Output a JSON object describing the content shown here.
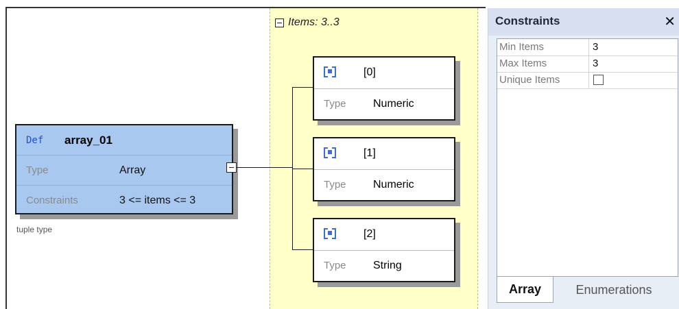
{
  "items_group": {
    "label": "Items: 3..3"
  },
  "definition": {
    "keyword": "Def",
    "name": "array_01",
    "rows": [
      {
        "label": "Type",
        "value": "Array"
      },
      {
        "label": "Constraints",
        "value": "3 <= items <= 3"
      }
    ],
    "note": "tuple type"
  },
  "items": [
    {
      "index": "[0]",
      "type_label": "Type",
      "type_value": "Numeric"
    },
    {
      "index": "[1]",
      "type_label": "Type",
      "type_value": "Numeric"
    },
    {
      "index": "[2]",
      "type_label": "Type",
      "type_value": "String"
    }
  ],
  "panel": {
    "title": "Constraints",
    "close_glyph": "✕",
    "properties": [
      {
        "name": "Min Items",
        "value": "3"
      },
      {
        "name": "Max Items",
        "value": "3"
      },
      {
        "name": "Unique Items",
        "checked": false
      }
    ],
    "tabs": [
      {
        "label": "Array",
        "active": true
      },
      {
        "label": "Enumerations",
        "active": false
      }
    ]
  },
  "colors": {
    "definition_fill": "#a9c8f0",
    "items_region_fill": "#ffffc8",
    "panel_fill": "#e8eef6"
  }
}
